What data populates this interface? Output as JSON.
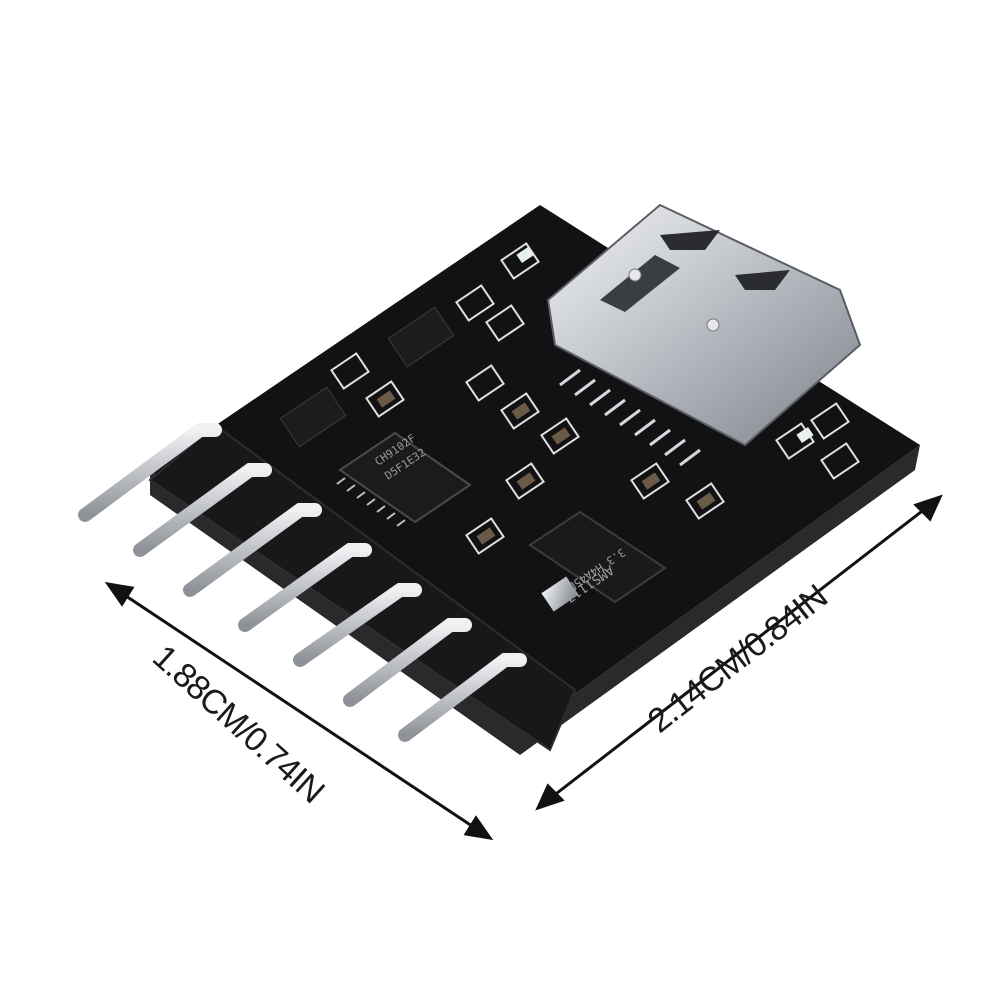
{
  "dimensions": {
    "left": "1.88CM/0.74IN",
    "right": "2.14CM/0.84IN"
  },
  "chip_markings": {
    "ic_line1": "CH9102F",
    "ic_line2": "D5F1E32",
    "regulator_line1": "AMS1117",
    "regulator_line2": "3.3 H4A45D"
  },
  "colors": {
    "pcb": "#121214",
    "silkscreen": "#e8e8e8",
    "metal": "#c9ccd0",
    "pin": "#cfd2d6"
  },
  "pin_count": 7
}
